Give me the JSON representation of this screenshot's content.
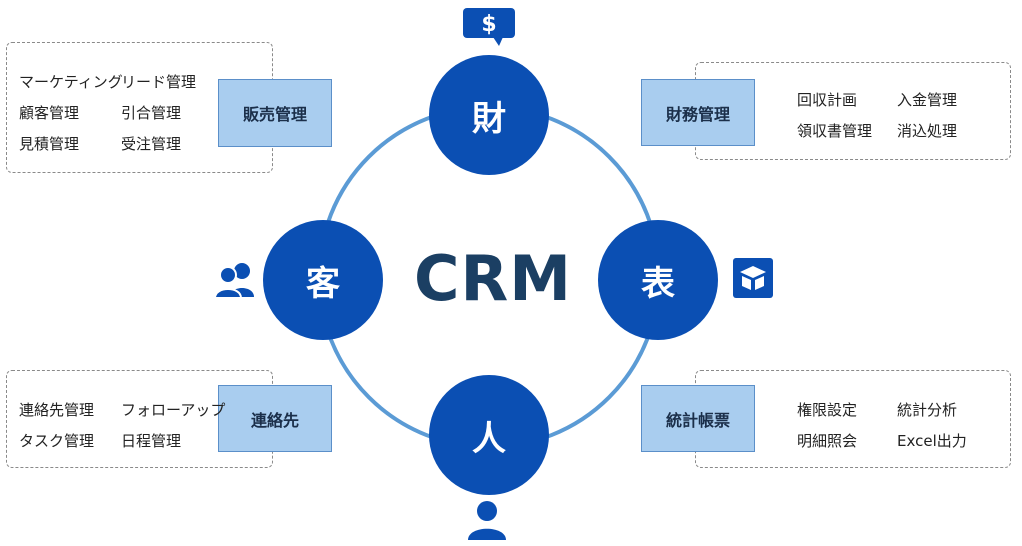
{
  "center": {
    "title": "CRM"
  },
  "nodes": {
    "top": "財",
    "left": "客",
    "right": "表",
    "bottom": "人"
  },
  "groups": {
    "sales": {
      "category": "販売管理",
      "items": [
        "マーケティング",
        "リード管理",
        "顧客管理",
        "引合管理",
        "見積管理",
        "受注管理"
      ]
    },
    "finance": {
      "category": "財務管理",
      "items": [
        "回収計画",
        "入金管理",
        "領収書管理",
        "消込処理"
      ]
    },
    "contacts": {
      "category": "連絡先",
      "items": [
        "連絡先管理",
        "フォローアップ",
        "タスク管理",
        "日程管理"
      ]
    },
    "reports": {
      "category": "統計帳票",
      "items": [
        "権限設定",
        "統計分析",
        "明細照会",
        "Excel出力"
      ]
    }
  },
  "icons": {
    "money": "money-chat-icon",
    "users": "users-icon",
    "box": "package-icon",
    "person": "person-icon"
  },
  "colors": {
    "node_fill": "#0b4fb3",
    "ring_stroke": "#5b9bd5",
    "category_fill": "#a9cdef",
    "category_border": "#5b8fc9",
    "title_color": "#1b3f63"
  }
}
